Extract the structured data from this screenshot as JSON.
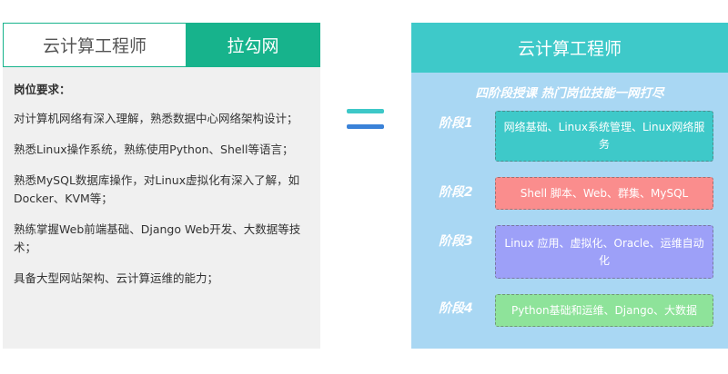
{
  "left": {
    "tab_job": "云计算工程师",
    "tab_brand": "拉勾网",
    "requirements_title": "岗位要求：",
    "requirements": [
      "对计算机网络有深入理解，熟悉数据中心网络架构设计；",
      "熟悉Linux操作系统，熟练使用Python、Shell等语言；",
      "熟悉MySQL数据库操作，对Linux虚拟化有深入了解，如Docker、KVM等；",
      "熟练掌握Web前端基础、Django Web开发、大数据等技术；",
      "具备大型网站架构、云计算运维的能力；"
    ]
  },
  "right": {
    "title": "云计算工程师",
    "subtitle": "四阶段授课 热门岗位技能一网打尽",
    "stages": [
      {
        "label": "阶段1",
        "content": "网络基础、Linux系统管理、Linux网络服务"
      },
      {
        "label": "阶段2",
        "content": "Shell 脚本、Web、群集、MySQL"
      },
      {
        "label": "阶段3",
        "content": "Linux 应用、虚拟化、Oracle、运维自动化"
      },
      {
        "label": "阶段4",
        "content": "Python基础和运维、Django、大数据"
      }
    ]
  },
  "colors": {
    "brand_green": "#17b38c",
    "teal": "#3ec9c9",
    "panel_blue": "#a9d7f3",
    "stage2_red": "#fa8d8d",
    "stage3_purple": "#9da0f8",
    "stage4_green": "#8ee39a"
  }
}
